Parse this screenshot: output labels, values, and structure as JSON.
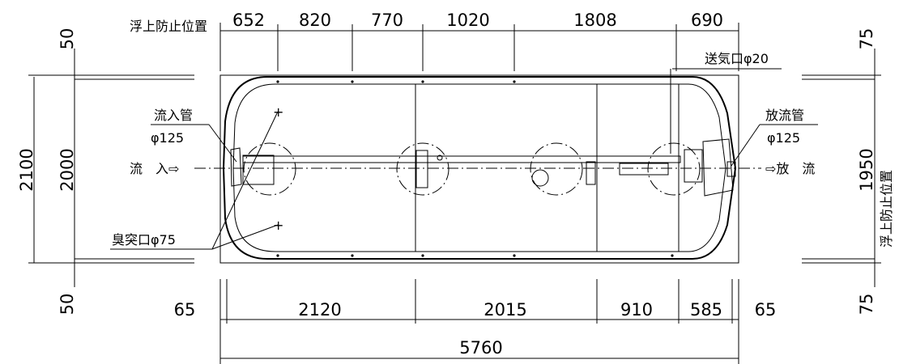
{
  "drawing": {
    "top_dims": [
      "652",
      "820",
      "770",
      "1020",
      "1808",
      "690"
    ],
    "bottom_dims": [
      "65",
      "2120",
      "2015",
      "910",
      "585",
      "65"
    ],
    "total_width": "5760",
    "left_dims": {
      "outer_height": "2100",
      "inner_height": "2000",
      "top_margin": "50",
      "bottom_margin": "50"
    },
    "right_dims": {
      "height": "1950",
      "top_margin": "75",
      "bottom_margin": "75"
    },
    "labels": {
      "float_stop_top": "浮上防止位置",
      "float_stop_right": "浮上防止位置",
      "air_inlet": "送気口φ20",
      "inlet_pipe": "流入管",
      "inlet_pipe_dia": "φ125",
      "outlet_pipe": "放流管",
      "outlet_pipe_dia": "φ125",
      "vent_pipe": "臭突口φ75",
      "inflow": "流　入⇨",
      "outflow": "⇨放　流"
    }
  }
}
